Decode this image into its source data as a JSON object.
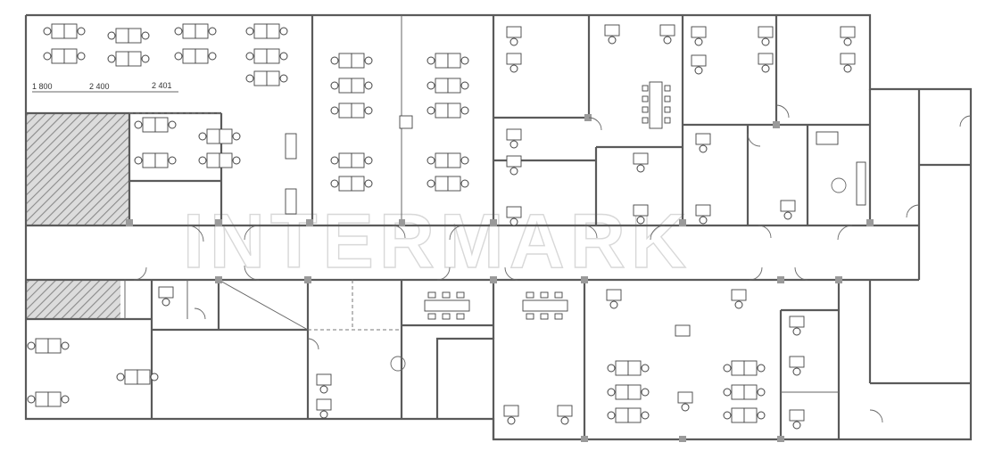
{
  "dimension_labels": [
    "1 800",
    "2 400",
    "2 401"
  ],
  "watermark": "INTERMARK",
  "colors": {
    "wall": "#5a5a5a",
    "hatch": "#8a8a8a",
    "desk": "#ffffff",
    "watermark": "#d8d8d8"
  }
}
